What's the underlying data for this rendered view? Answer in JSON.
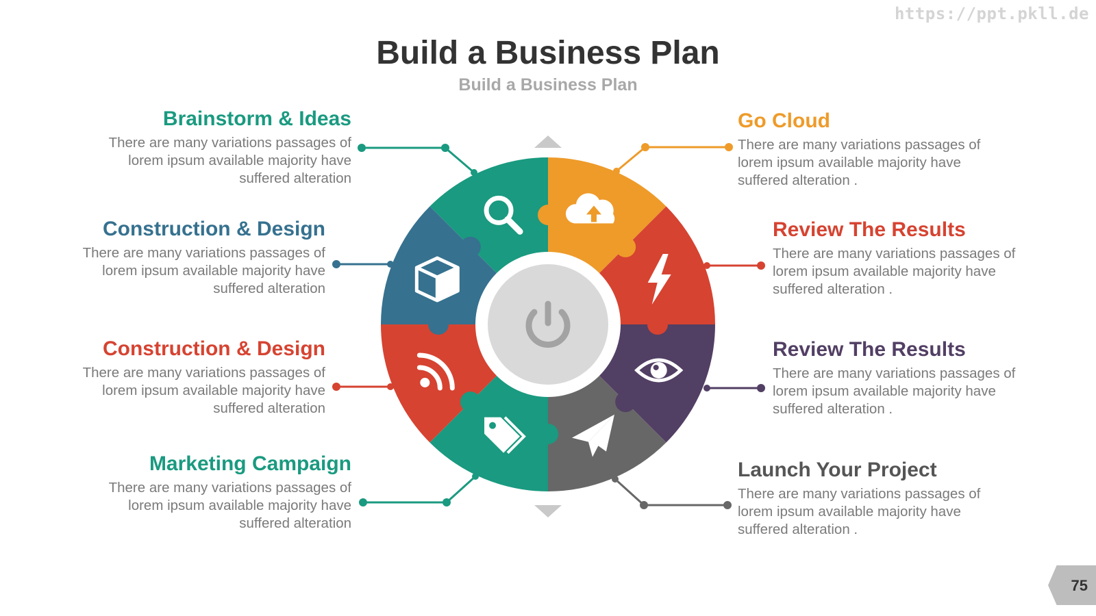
{
  "watermark": "https://ppt.pkll.de",
  "title": "Build a Business Plan",
  "subtitle": "Build a Business Plan",
  "page_number": "75",
  "center": {
    "icon": "power-icon",
    "ring_color": "#ffffff",
    "disc_color": "#d9d9d9",
    "icon_color": "#a3a3a3"
  },
  "pointer_color": "#c9c9c9",
  "segments": [
    {
      "id": "brainstorm",
      "icon": "search-icon",
      "color": "#1a9a80",
      "heading": "Brainstorm & Ideas",
      "body": [
        "There are many variations passages of",
        "lorem ipsum available  majority have",
        "suffered alteration"
      ]
    },
    {
      "id": "go-cloud",
      "icon": "cloud-upload-icon",
      "color": "#ee9b2a",
      "heading": "Go Cloud",
      "body": [
        "There are many variations passages of",
        "lorem ipsum available  majority have",
        "suffered alteration ."
      ]
    },
    {
      "id": "construction-top",
      "icon": "cube-icon",
      "color": "#36718f",
      "heading": "Construction & Design",
      "body": [
        "There are many variations passages of",
        "lorem ipsum available  majority have",
        "suffered alteration"
      ]
    },
    {
      "id": "review-top",
      "icon": "lightning-icon",
      "color": "#d64331",
      "heading": "Review The Results",
      "body": [
        "There are many variations passages of",
        "lorem ipsum available  majority have",
        "suffered alteration ."
      ]
    },
    {
      "id": "construction-bottom",
      "icon": "rss-icon",
      "color": "#d64331",
      "heading": "Construction & Design",
      "body": [
        "There are many variations passages of",
        "lorem ipsum available  majority have",
        "suffered alteration"
      ]
    },
    {
      "id": "review-bottom",
      "icon": "eye-icon",
      "color": "#523f64",
      "heading": "Review The Results",
      "body": [
        "There are many variations passages of",
        "lorem ipsum available  majority have",
        "suffered alteration ."
      ]
    },
    {
      "id": "marketing",
      "icon": "tag-icon",
      "color": "#1a9a80",
      "heading": "Marketing Campaign",
      "body": [
        "There are many variations passages of",
        "lorem ipsum available  majority have",
        "suffered alteration"
      ]
    },
    {
      "id": "launch",
      "icon": "paper-plane-icon",
      "color": "#676767",
      "heading": "Launch Your Project",
      "body": [
        "There are many variations passages of",
        "lorem ipsum available  majority have",
        "suffered alteration ."
      ]
    }
  ]
}
